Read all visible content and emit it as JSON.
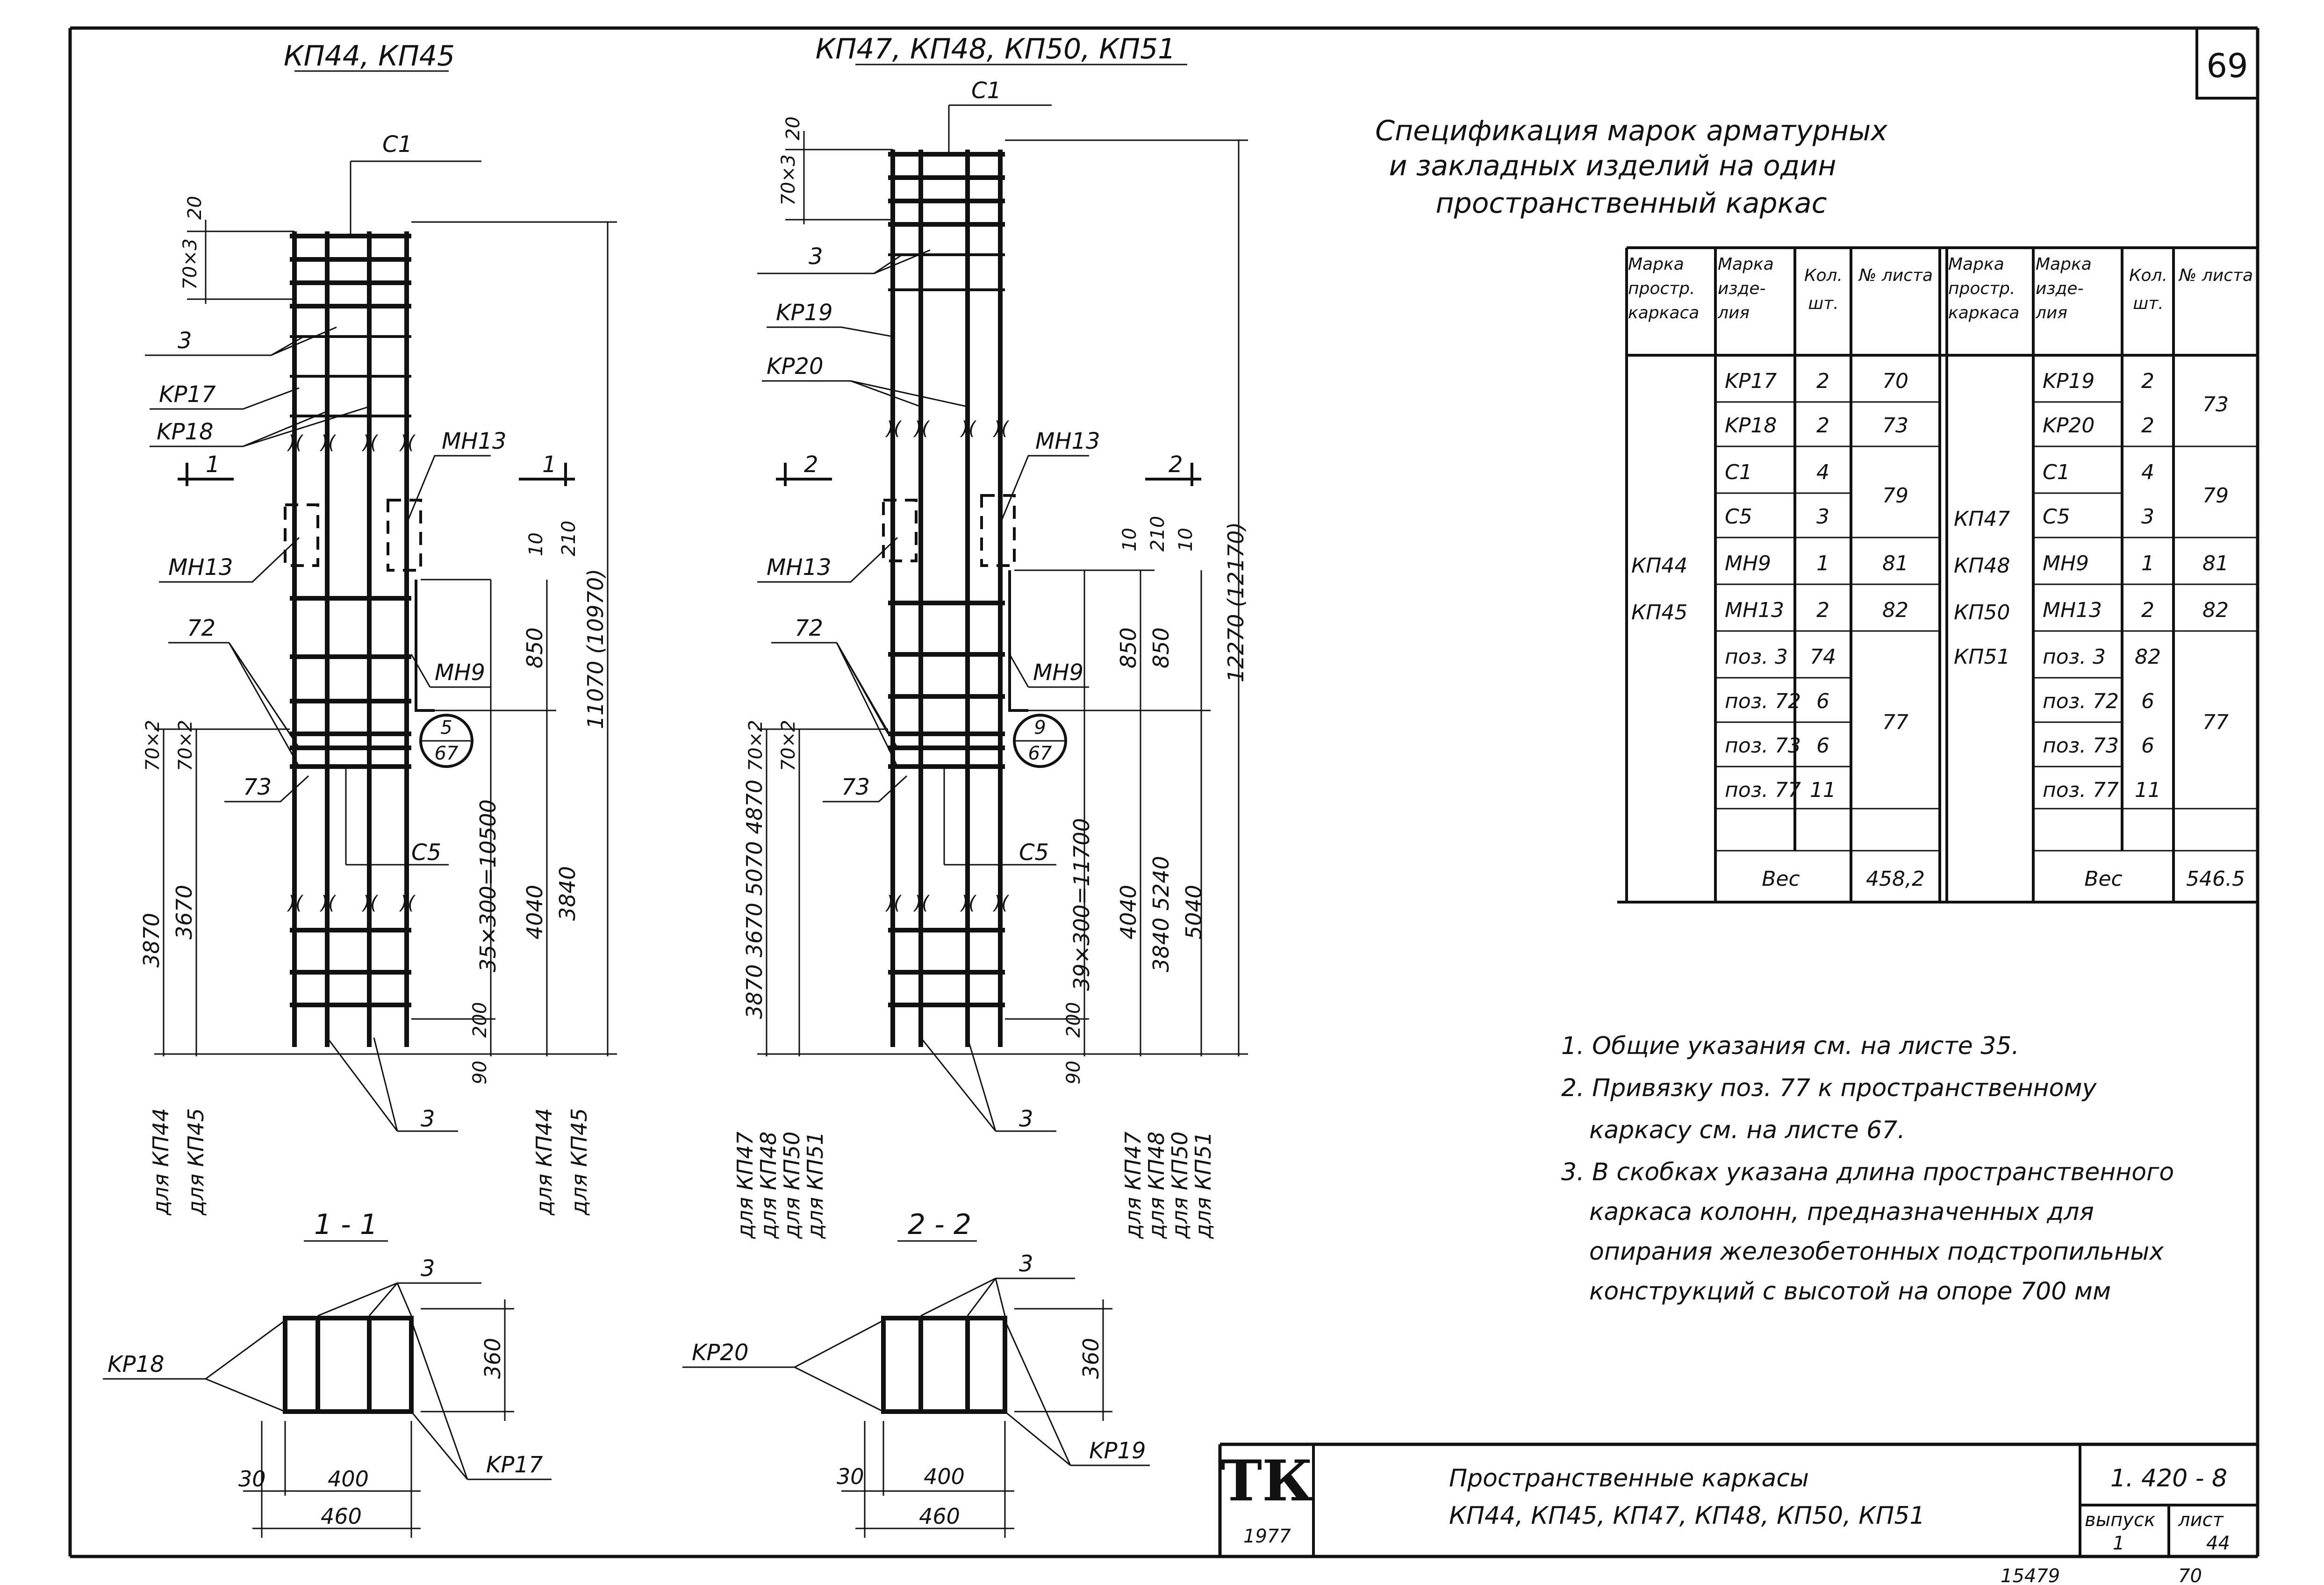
{
  "sheet_number": "69",
  "bottom_stamp": "15479",
  "bottom_page": "70",
  "left_view": {
    "title": "КП44, КП45",
    "labels": {
      "c1": "C1",
      "c5": "C5",
      "pos3": "3",
      "kr17": "KP17",
      "kr18": "KP18",
      "mn13_right": "MH13",
      "mn13_left": "MH13",
      "mn9": "MH9",
      "pos72": "72",
      "pos73": "73",
      "pos3_bottom": "3",
      "cut_left": "1",
      "cut_right": "1",
      "callout_top": "5",
      "callout_bottom": "67"
    },
    "dims": {
      "d20": "20",
      "d70x3": "70×3",
      "d70x2_a": "70×2",
      "d70x2_b": "70×2",
      "d3870": "3870",
      "d3670": "3670",
      "d35x300": "35×300=10500",
      "d200": "200",
      "d90": "90",
      "d10": "10",
      "d210": "210",
      "d850": "850",
      "d4040": "4040",
      "d3840": "3840",
      "d11070": "11070 (10970)"
    },
    "under_labels": [
      "для КП44",
      "для КП45",
      "для КП44",
      "для КП45"
    ]
  },
  "right_view": {
    "title": "КП47, КП48, КП50, КП51",
    "labels": {
      "c1": "C1",
      "c5": "C5",
      "pos3": "3",
      "kr19": "KP19",
      "kr20": "KP20",
      "mn13_right": "MH13",
      "mn13_left": "MH13",
      "mn9": "MH9",
      "pos72": "72",
      "pos73": "73",
      "pos3_bottom": "3",
      "cut_left": "2",
      "cut_right": "2",
      "callout_top": "9",
      "callout_bottom": "67"
    },
    "dims": {
      "d20": "20",
      "d70x3": "70×3",
      "d70x2_a": "70×2",
      "d70x2_b": "70×2",
      "d_left_stack": "3870 3670 5070 4870",
      "d39x300": "39×300=11700",
      "d200": "200",
      "d90": "90",
      "d10a": "10",
      "d210": "210",
      "d10b": "10",
      "d850a": "850",
      "d850b": "850",
      "d4040": "4040",
      "d_mid_stack": "3840 5240",
      "d5040": "5040",
      "d12270": "12270 (12170)"
    },
    "under_labels_left": [
      "для КП47",
      "для КП48",
      "для КП50",
      "для КП51"
    ],
    "under_labels_right": [
      "для КП47",
      "для КП48",
      "для КП50",
      "для КП51"
    ]
  },
  "section_1": {
    "title": "1 - 1",
    "left": "KP18",
    "right": "KP17",
    "top": "3",
    "d360": "360",
    "d30": "30",
    "d400": "400",
    "d460": "460"
  },
  "section_2": {
    "title": "2 - 2",
    "left": "KP20",
    "right": "KP19",
    "top": "3",
    "d360": "360",
    "d30": "30",
    "d400": "400",
    "d460": "460"
  },
  "spec": {
    "title_lines": [
      "Спецификация марок арматурных",
      "и закладных изделий на один",
      "пространственный каркас"
    ],
    "headers": [
      "Марка простр. каркаса",
      "Марка изде- лия",
      "Кол. шт.",
      "№ листа"
    ],
    "group1": {
      "frames": [
        "КП44",
        "КП45"
      ],
      "rows": [
        {
          "item": "KP17",
          "qty": "2",
          "sheet": "70"
        },
        {
          "item": "KP18",
          "qty": "2",
          "sheet": "73"
        },
        {
          "item": "C1",
          "qty": "4",
          "sheet": "79"
        },
        {
          "item": "C5",
          "qty": "3",
          "sheet": ""
        },
        {
          "item": "MH9",
          "qty": "1",
          "sheet": "81"
        },
        {
          "item": "MH13",
          "qty": "2",
          "sheet": "82"
        },
        {
          "item": "поз. 3",
          "qty": "74",
          "sheet": "77"
        },
        {
          "item": "поз. 72",
          "qty": "6",
          "sheet": ""
        },
        {
          "item": "поз. 73",
          "qty": "6",
          "sheet": ""
        },
        {
          "item": "поз. 77",
          "qty": "11",
          "sheet": ""
        }
      ],
      "weight_label": "Вес",
      "weight": "458,2"
    },
    "group2": {
      "frames": [
        "КП47",
        "КП48",
        "КП50",
        "КП51"
      ],
      "rows": [
        {
          "item": "KP19",
          "qty": "2",
          "sheet": "73"
        },
        {
          "item": "KP20",
          "qty": "2",
          "sheet": ""
        },
        {
          "item": "C1",
          "qty": "4",
          "sheet": "79"
        },
        {
          "item": "C5",
          "qty": "3",
          "sheet": ""
        },
        {
          "item": "MH9",
          "qty": "1",
          "sheet": "81"
        },
        {
          "item": "MH13",
          "qty": "2",
          "sheet": "82"
        },
        {
          "item": "поз. 3",
          "qty": "82",
          "sheet": "77"
        },
        {
          "item": "поз. 72",
          "qty": "6",
          "sheet": ""
        },
        {
          "item": "поз. 73",
          "qty": "6",
          "sheet": ""
        },
        {
          "item": "поз. 77",
          "qty": "11",
          "sheet": ""
        }
      ],
      "weight_label": "Вес",
      "weight": "546.5"
    }
  },
  "notes": [
    "1. Общие указания см. на листе 35.",
    "2. Привязку поз. 77 к пространственному",
    "каркасу см. на листе 67.",
    "3. В скобках указана длина пространственного",
    "каркаса колонн, предназначенных для",
    "опирания железобетонных подстропильных",
    "конструкций с высотой на опоре 700 мм"
  ],
  "title_block": {
    "logo": "ТК",
    "year": "1977",
    "name_line1": "Пространственные каркасы",
    "name_line2": "КП44, КП45, КП47, КП48, КП50, КП51",
    "code": "1. 420 - 8",
    "issue_label": "выпуск",
    "issue": "1",
    "sheet_label": "лист",
    "sheet": "44"
  }
}
